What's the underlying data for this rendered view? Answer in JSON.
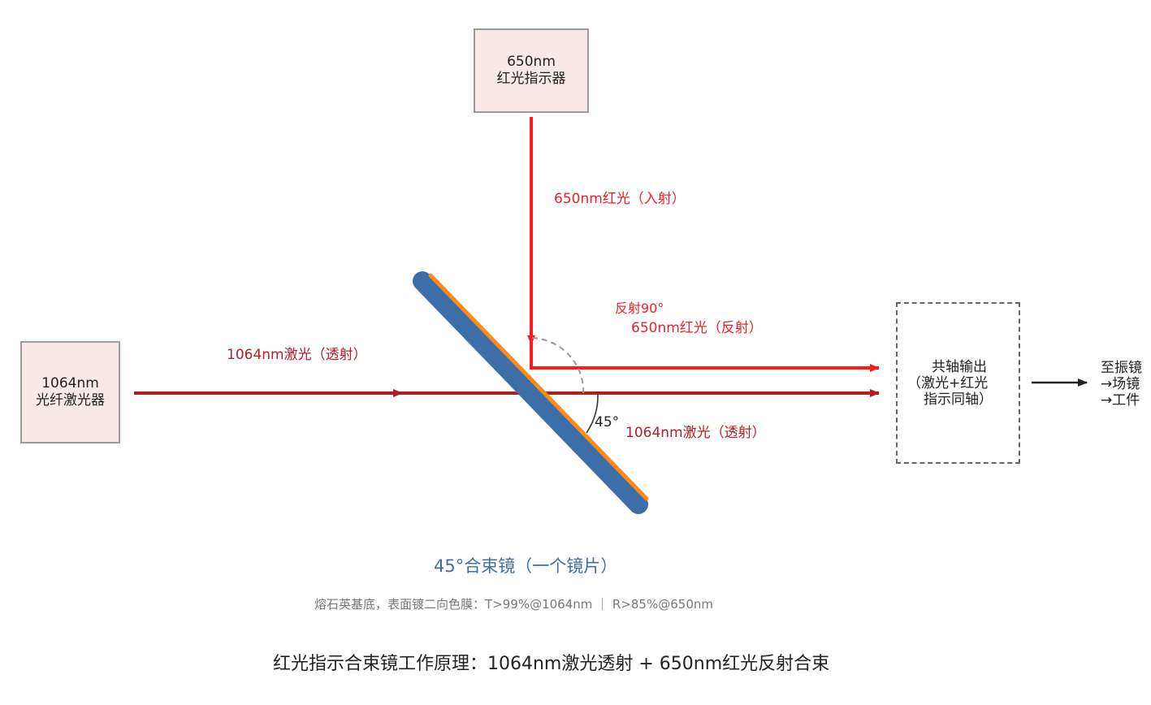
{
  "boxes": {
    "indicator": {
      "line1": "650nm",
      "line2": "红光指示器"
    },
    "fiber_laser": {
      "line1": "1064nm",
      "line2": "光纤激光器"
    },
    "output": {
      "line1": "共轴输出",
      "line2": "（激光+红光",
      "line3": "指示同轴）"
    }
  },
  "labels": {
    "red_incident": "650nm红光（入射）",
    "reflect_90": "反射90°",
    "red_reflected": "650nm红光（反射）",
    "laser_in": "1064nm激光（透射）",
    "laser_out": "1064nm激光（透射）",
    "angle": "45°",
    "destination": [
      "至振镜",
      "→场镜",
      "→工件"
    ]
  },
  "mirror": {
    "title": "45°合束镜（一个镜片）",
    "spec": "熔石英基底，表面镀二向色膜：T>99%@1064nm  ｜  R>85%@650nm"
  },
  "caption": "红光指示合束镜工作原理：1064nm激光透射 + 650nm红光反射合束",
  "colors": {
    "red_beam": "#ff1a1a",
    "laser_beam": "#b01e24",
    "mirror_body": "#3d6ea8",
    "mirror_coating": "#ff8a1a",
    "box_fill": "#f8e9e8"
  }
}
